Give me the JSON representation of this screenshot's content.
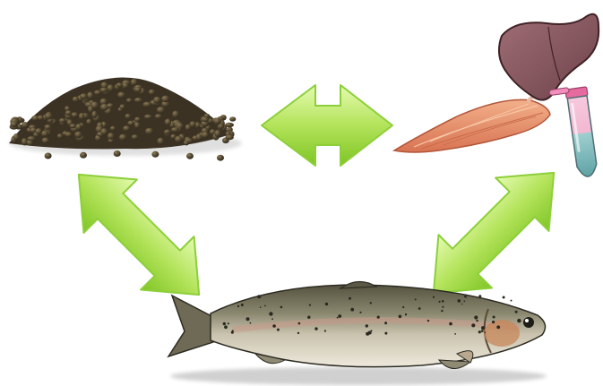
{
  "diagram": {
    "nodes": [
      {
        "id": "feed",
        "icon": "fish-feed-pellets-icon"
      },
      {
        "id": "tissues",
        "icons": [
          "liver-icon",
          "muscle-icon",
          "sample-tube-icon"
        ]
      },
      {
        "id": "fish",
        "icon": "rainbow-trout-icon"
      }
    ],
    "links": [
      {
        "from": "feed",
        "to": "tissues",
        "direction": "both"
      },
      {
        "from": "feed",
        "to": "fish",
        "direction": "both"
      },
      {
        "from": "tissues",
        "to": "fish",
        "direction": "both"
      }
    ]
  },
  "colors": {
    "arrow_light": "#d6f59a",
    "arrow_dark": "#7fc525",
    "liver": "#8a5a63",
    "muscle": "#e8916a",
    "tube_liquid": "#7fb7b9",
    "tube_cap": "#e56aa0",
    "pellet": "#4a3f2c",
    "fish_back": "#6f6a55",
    "fish_belly": "#d8d2c4"
  }
}
